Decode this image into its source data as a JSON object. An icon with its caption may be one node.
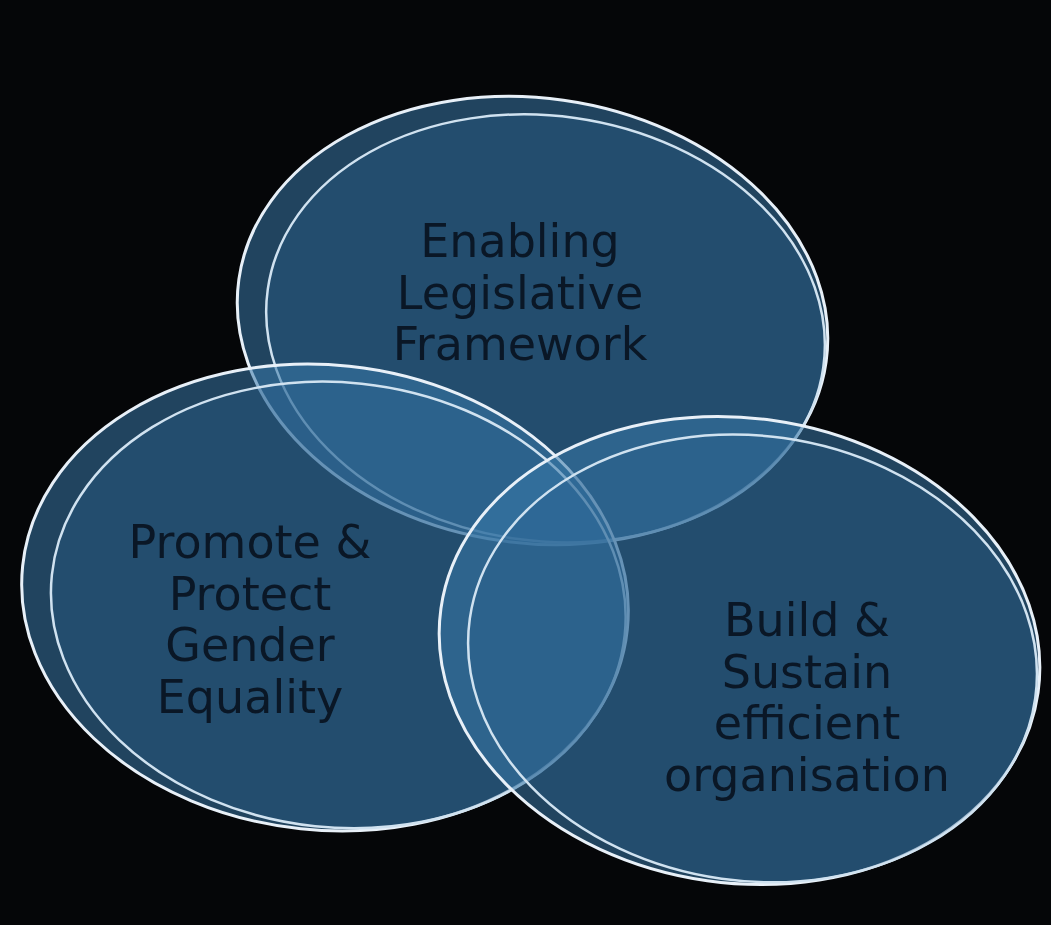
{
  "diagram": {
    "nodes": [
      {
        "text": [
          "Enabling Legislative Framework"
        ]
      },
      {
        "text": [
          "Promote & Protect Gender Equality"
        ]
      },
      {
        "text": [
          "Build & Sustain efficient organisation"
        ]
      }
    ]
  }
}
